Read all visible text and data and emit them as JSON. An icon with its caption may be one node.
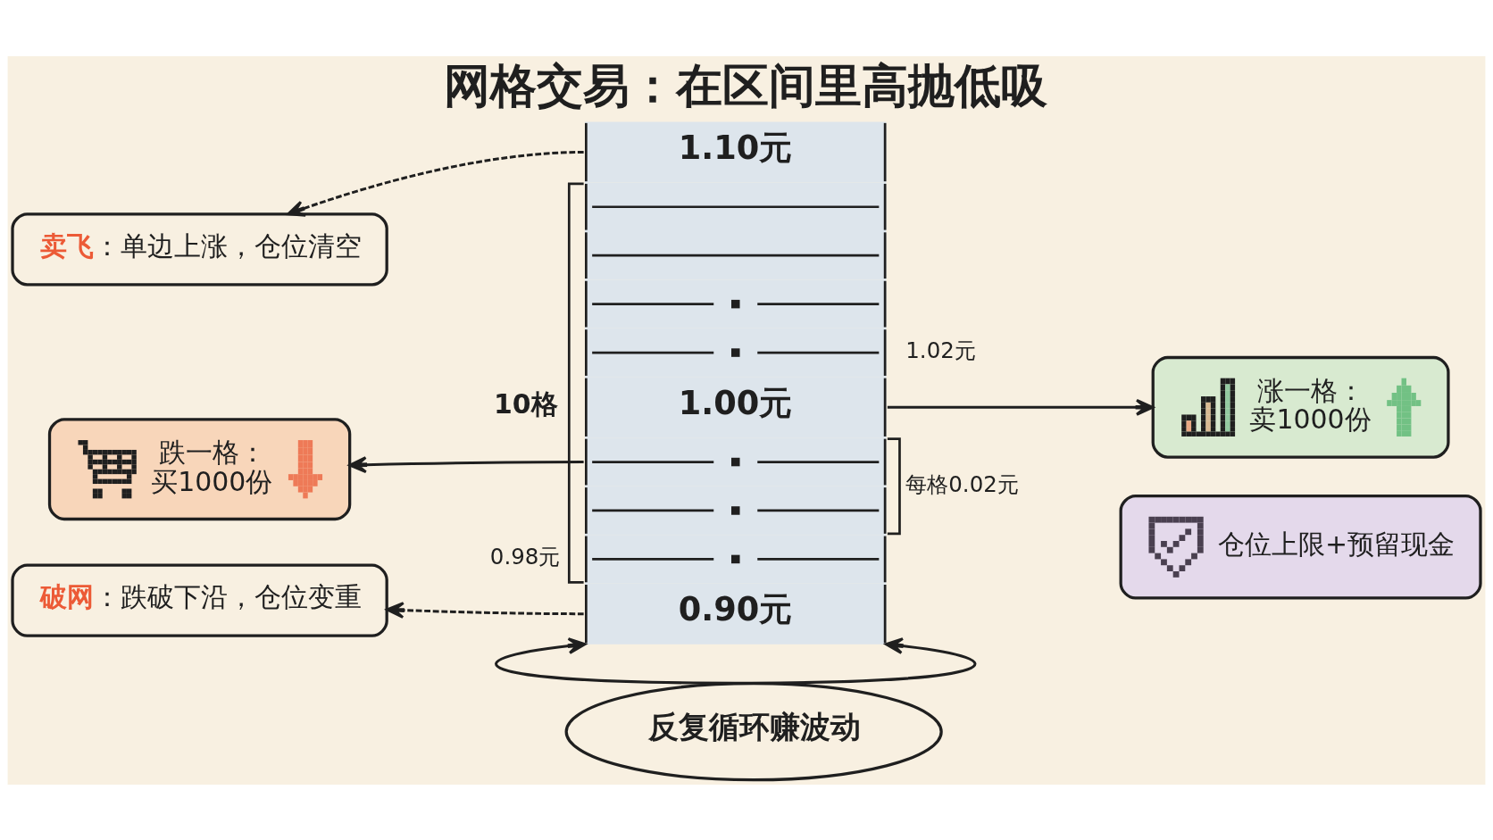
{
  "diagram": {
    "title": "网格交易：在区间里高抛低吸",
    "nodes": [
      {
        "text": [
          "**卖飞**：单边上涨，仓位清空"
        ]
      },
      {
        "text": [
          "1.10元",
          "1.00元",
          "0.90元"
        ],
        "beside": [
          "1.02元",
          "10格",
          "每格0.02元",
          "0.98元"
        ]
      },
      {
        "text": [
          "涨一格：",
          "卖1000份"
        ]
      },
      {
        "text": [
          "跌一格：",
          "买1000份"
        ]
      },
      {
        "text": [
          "仓位上限+预留现金"
        ]
      },
      {
        "text": [
          "**破网**：跌破下沿，仓位变重"
        ]
      },
      {
        "text": [
          "反复循环赚波动"
        ]
      }
    ],
    "edges": [
      {
        "from": 1,
        "to": 0,
        "arrow": "to",
        "style": "dashed"
      },
      {
        "from": 1,
        "to": 2,
        "arrow": "to"
      },
      {
        "from": 1,
        "to": 3,
        "arrow": "to"
      },
      {
        "from": 1,
        "to": 5,
        "arrow": "to",
        "style": "dashed"
      },
      {
        "from": 1,
        "to": 1,
        "arrow": "both"
      }
    ]
  }
}
